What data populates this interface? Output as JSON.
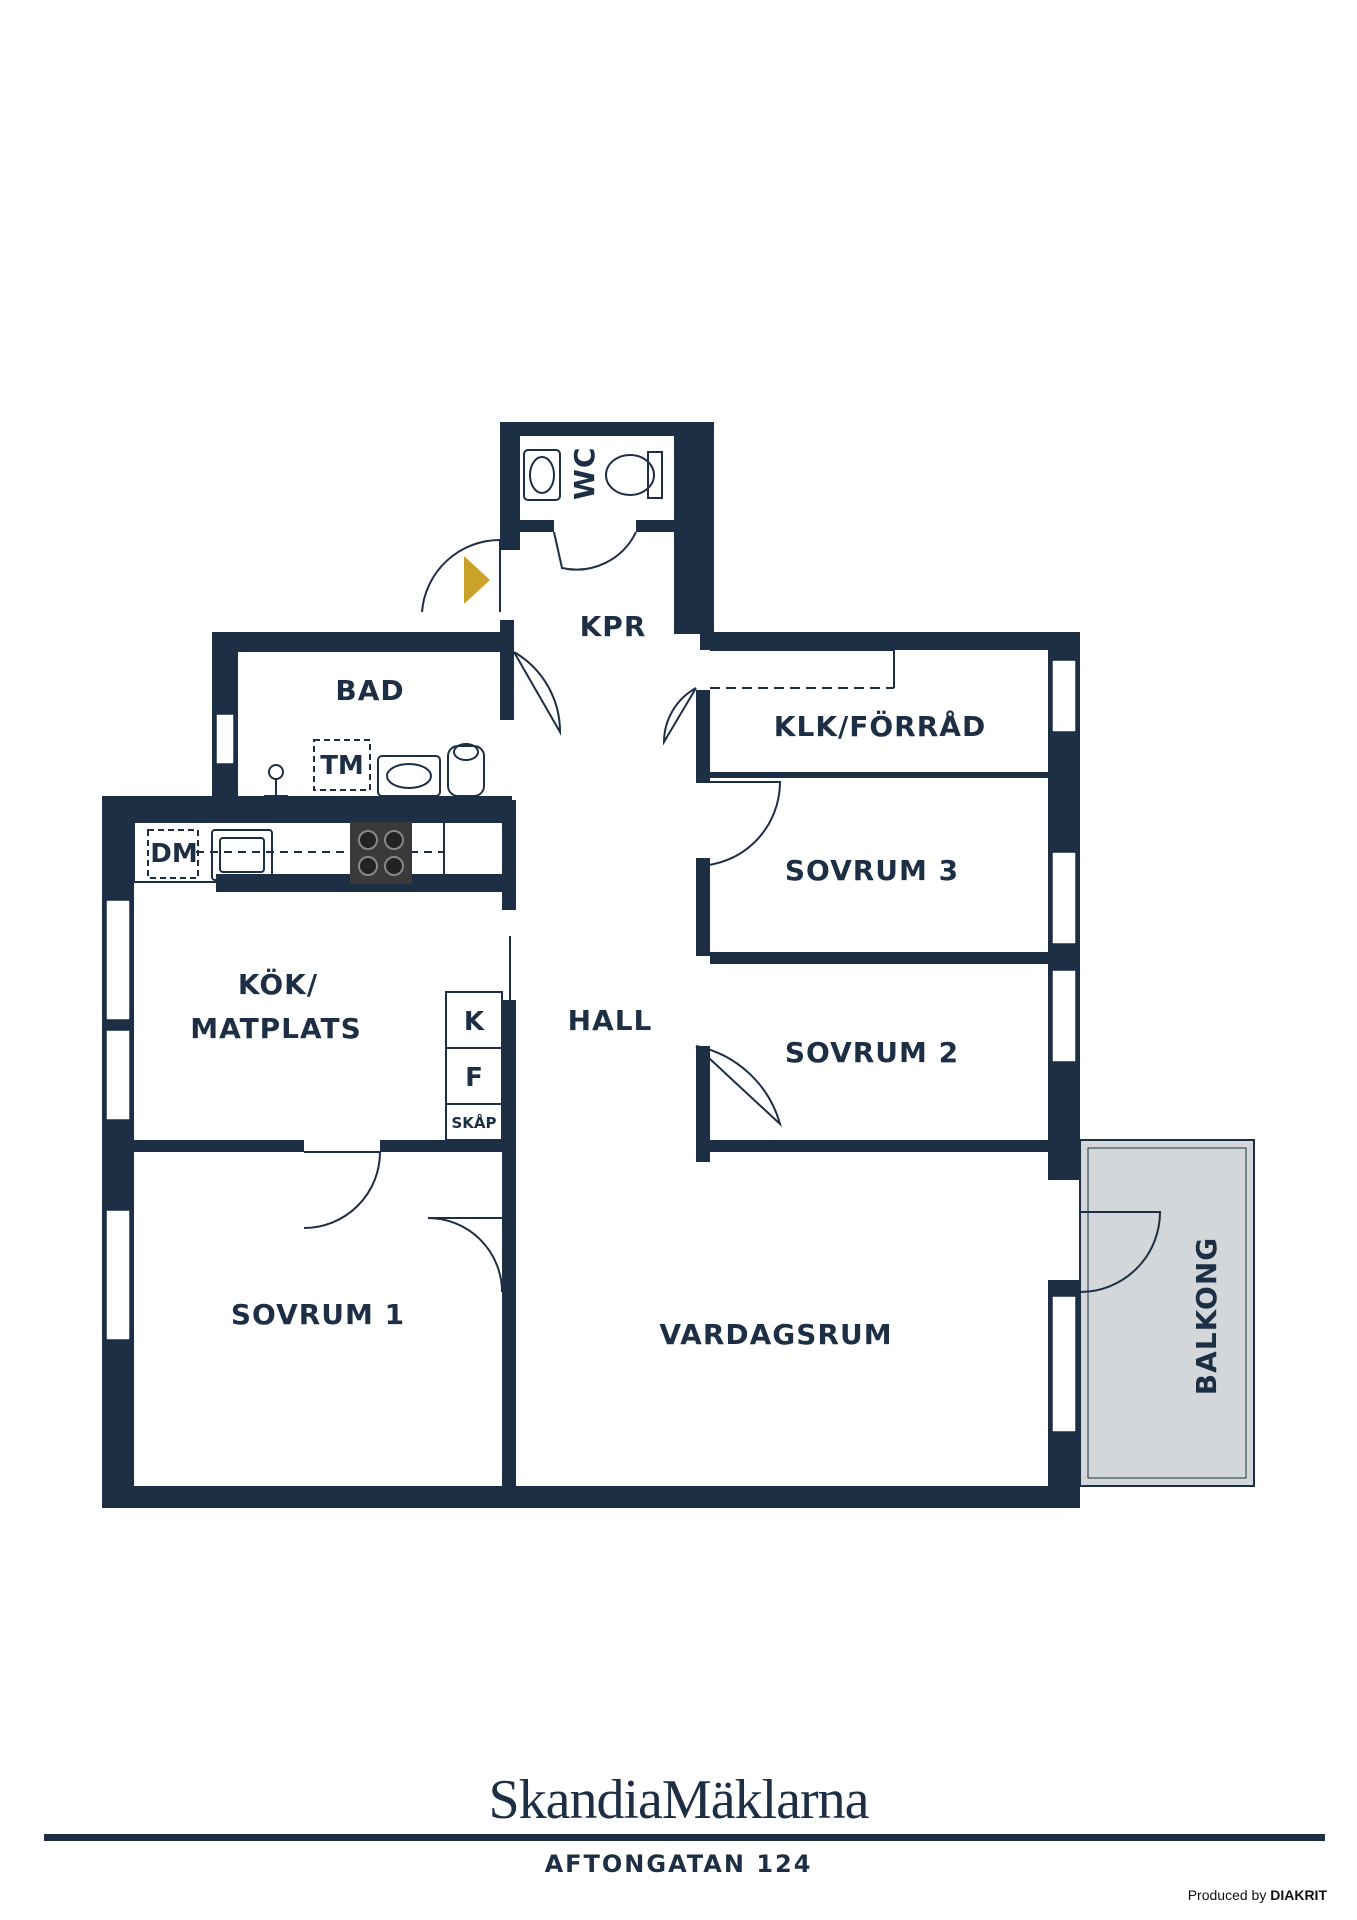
{
  "rooms": {
    "wc": "WC",
    "kpr": "KPR",
    "bad": "BAD",
    "tm": "TM",
    "klk_forrad": "KLK/FÖRRÅD",
    "sovrum3": "SOVRUM 3",
    "dm": "DM",
    "kok_line1": "KÖK/",
    "kok_line2": "MATPLATS",
    "hall": "HALL",
    "k": "K",
    "f": "F",
    "skap": "SKÅP",
    "sovrum2": "SOVRUM 2",
    "sovrum1": "SOVRUM 1",
    "vardagsrum": "VARDAGSRUM",
    "balkong": "BALKONG"
  },
  "footer": {
    "brand": "SkandiaMäklarna",
    "address": "AFTONGATAN 124",
    "produced_by": "Produced by",
    "producer": "DIAKRIT"
  },
  "colors": {
    "wall": "#1d2f45",
    "balcony": "#d4d7da",
    "entrance_marker": "#c9a227"
  },
  "icons": [
    "entrance-arrow-icon",
    "sink-icon",
    "toilet-icon",
    "stove-icon",
    "shower-icon"
  ]
}
